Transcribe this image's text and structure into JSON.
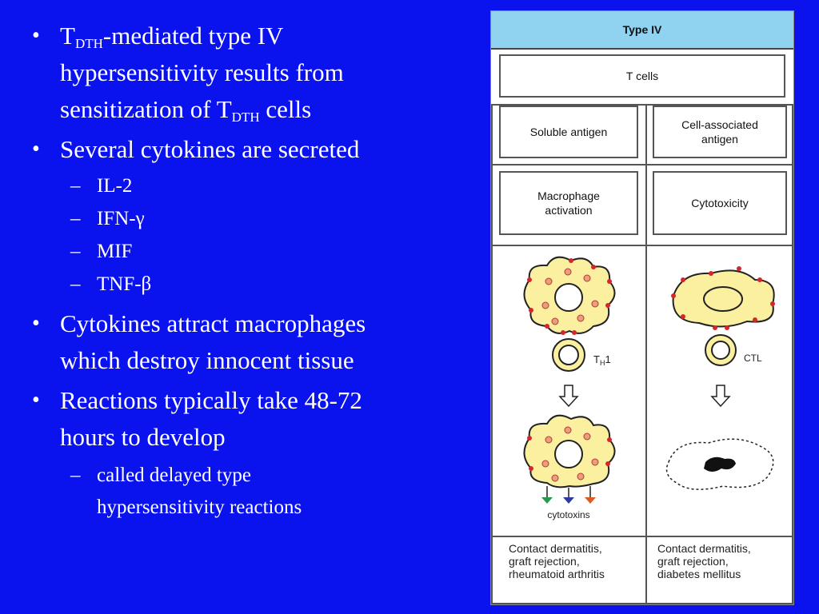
{
  "slide": {
    "bullet1": {
      "part1": "T",
      "sub1": "DTH",
      "part2": "-mediated type IV",
      "line2": "hypersensitivity results from",
      "part3": "sensitization of T",
      "sub2": "DTH",
      "part4": " cells"
    },
    "bullet2": "Several cytokines are secreted",
    "cytokines": [
      "IL-2",
      "IFN-γ",
      "MIF",
      "TNF-β"
    ],
    "bullet3": {
      "line1": "Cytokines attract macrophages",
      "line2": "which destroy innocent tissue"
    },
    "bullet4": {
      "line1": "Reactions typically take 48-72",
      "line2": "hours to develop"
    },
    "sub_bullet": {
      "line1": "called delayed type",
      "line2": "hypersensitivity reactions"
    }
  },
  "figure": {
    "header": "Type IV",
    "top_box": "T cells",
    "left_antigen": "Soluble antigen",
    "right_antigen_l1": "Cell-associated",
    "right_antigen_l2": "antigen",
    "left_effect_l1": "Macrophage",
    "left_effect_l2": "activation",
    "right_effect": "Cytotoxicity",
    "th1_label": "T",
    "th1_sub": "H",
    "th1_num": "1",
    "ctl_label": "CTL",
    "cytotoxins_label": "cytotoxins",
    "left_disease": [
      "Contact dermatitis,",
      "graft rejection,",
      "rheumatoid arthritis"
    ],
    "right_disease": [
      "Contact dermatitis,",
      "graft rejection,",
      "diabetes mellitus"
    ],
    "colors": {
      "cell_fill": "#fbf0a0",
      "dots": "#d8252b",
      "header_bg": "#8fd3f0"
    }
  }
}
